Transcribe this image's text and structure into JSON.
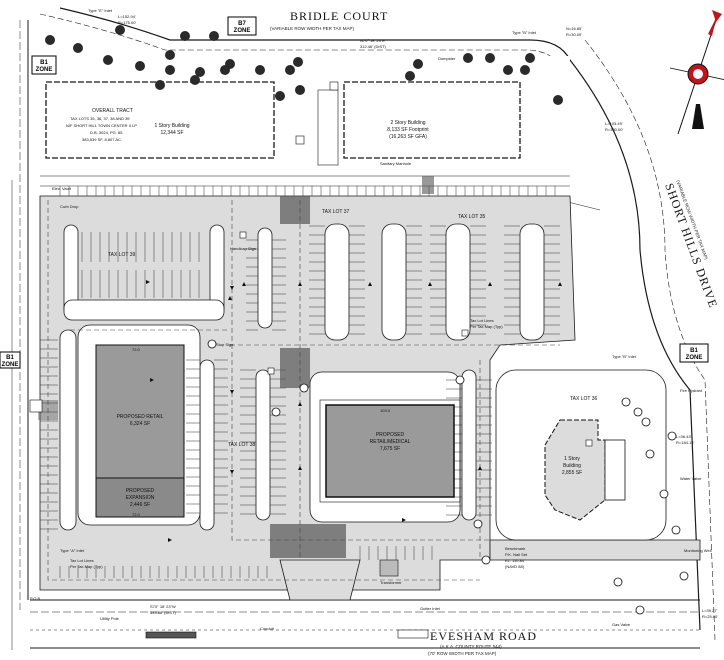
{
  "roads": {
    "bridle_court": {
      "name": "BRIDLE COURT",
      "sub": "(VARIABLE ROW WIDTH PER TAX MAP)"
    },
    "evesham_road": {
      "name": "EVESHAM ROAD",
      "sub1": "(A.K.A. COUNTY ROUTE 544)",
      "sub2": "(70' ROW WIDTH PER TAX MAP)"
    },
    "short_hills_drive": {
      "name": "SHORT HILLS DRIVE",
      "sub": "(VARIABLE ROW WIDTH PER TAX MAP)"
    }
  },
  "zones": {
    "b7": {
      "line1": "B7",
      "line2": "ZONE"
    },
    "b1_left": {
      "line1": "B1",
      "line2": "ZONE"
    },
    "b1_right": {
      "line1": "B1",
      "line2": "ZONE"
    },
    "b1_mid": {
      "line1": "B1",
      "line2": "ZONE"
    }
  },
  "bearings": {
    "top_arc": {
      "l": "L=152.94'",
      "r": "R=175.00'"
    },
    "top_line": {
      "b": "N70° 18' 23\"E",
      "d": "312.46' (DIST)"
    },
    "top_right": {
      "a": "N=16.85'",
      "b": "R=30.00'"
    },
    "right_arc": {
      "l": "L=103.49'",
      "r": "R=330.00'"
    },
    "mid_right": {
      "l": "L=36.43'",
      "r": "R=184.15'"
    },
    "bottom_right": {
      "l": "L=39.27'",
      "r": "R=25.00'"
    },
    "bottom_line": {
      "b": "S70° 18' 23\"W",
      "d": "543.88' (DIST)"
    }
  },
  "overall_tract": {
    "title": "OVERALL TRACT",
    "lots": "TAX LOTS 35, 36, 37, 38 AND 39",
    "owner": "N/F SHORT HILL TOWN CENTER II LP",
    "ref": "D.B. 3024, PG. 85",
    "area": "383,539 SF, 8.807 AC."
  },
  "buildings": {
    "bldg_top_left": {
      "line1": "1 Story Building",
      "line2": "12,344 SF"
    },
    "bldg_top_mid": {
      "line1": "2 Story Building",
      "line2": "8,133 SF Footprint",
      "line3": "(16,263 SF GFA)"
    },
    "retail": {
      "line1": "PROPOSED RETAIL",
      "line2": "6,324 SF"
    },
    "expansion": {
      "line1": "PROPOSED",
      "line2": "EXPANSION",
      "line3": "2,446 SF"
    },
    "retail_medical": {
      "line1": "PROPOSED",
      "line2": "RETAIL/MEDICAL",
      "line3": "7,675 SF"
    },
    "bldg_right": {
      "line1": "1 Story",
      "line2": "Building",
      "line3": "2,855 SF"
    }
  },
  "tax_lots": {
    "lot37": "TAX LOT 37",
    "lot35": "TAX LOT 35",
    "lot39": "TAX LOT 39",
    "lot38": "TAX LOT 38",
    "lot36": "TAX LOT 36"
  },
  "elevations": {
    "retail_top": "72.0",
    "retail_bottom": "72.0",
    "medical_top": "103.0"
  },
  "notes": {
    "inlet1": "Type \"E\" Inlet",
    "inlet2": "Type \"B\" Inlet",
    "inlet3": "Type \"A\" Inlet",
    "inlet4": "Type \"B\" Inlet",
    "curb_drop": "Curb Drop",
    "elec_vault": "Elec. Vault",
    "sanitary": "Sanitary Manhole",
    "lot_line1": "Tax Lot Lines",
    "lot_line2": "Per Tax Map (Typ)",
    "lot_line3": "Tax Lot Lines",
    "lot_line4": "Per Tax Map (Typ)",
    "benchmark1": "Benchmark",
    "benchmark2": "P.K. Nail Set",
    "benchmark3": "EL: 110.84",
    "benchmark4": "(NAVD 88)",
    "transformer": "Transformer",
    "pob": "P.O.B.",
    "conduit": "Conduit",
    "gas_valve": "Gas Valve",
    "fire_hydrant": "Fire Hydrant",
    "water_valve": "Water Valve",
    "monitoring": "Monitoring Well",
    "stop_sign": "Stop Sign",
    "handicap": "Handicap Sign",
    "dumpster": "Dumpster",
    "utility_pole": "Utility Pole",
    "gutter": "Gutter Inlet"
  },
  "colors": {
    "pavement": "#dcdcdc",
    "building": "#9a9a9a",
    "line": "#1a1a1a",
    "north_arrow": "#c0151b"
  }
}
